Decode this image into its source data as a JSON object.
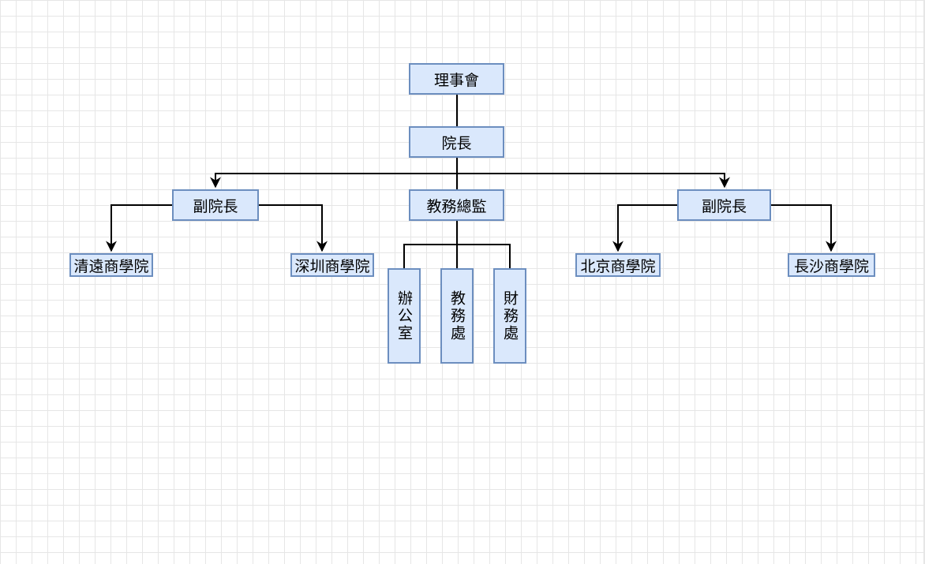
{
  "diagram": {
    "nodes": {
      "board": "理事會",
      "president": "院長",
      "vp_left": "副院長",
      "director": "教務總監",
      "vp_right": "副院長",
      "qingyuan": "清遠商學院",
      "shenzhen": "深圳商學院",
      "beijing": "北京商學院",
      "changsha": "長沙商學院",
      "office": "辦公室",
      "academic_affairs": "教務處",
      "finance": "財務處"
    },
    "connections": [
      {
        "from": "board",
        "to": "president",
        "arrow": false
      },
      {
        "from": "president",
        "to": "vp_left",
        "arrow": true
      },
      {
        "from": "president",
        "to": "vp_right",
        "arrow": true
      },
      {
        "from": "president",
        "to": "director",
        "arrow": false
      },
      {
        "from": "vp_left",
        "to": "qingyuan",
        "arrow": true
      },
      {
        "from": "vp_left",
        "to": "shenzhen",
        "arrow": true
      },
      {
        "from": "vp_right",
        "to": "beijing",
        "arrow": true
      },
      {
        "from": "vp_right",
        "to": "changsha",
        "arrow": true
      },
      {
        "from": "director",
        "to": "office",
        "arrow": false
      },
      {
        "from": "director",
        "to": "academic_affairs",
        "arrow": false
      },
      {
        "from": "director",
        "to": "finance",
        "arrow": false
      }
    ],
    "colors": {
      "node_fill": "#dae8fc",
      "node_border": "#6c8ebf",
      "connector": "#000000",
      "grid": "#e6e6e6"
    }
  }
}
